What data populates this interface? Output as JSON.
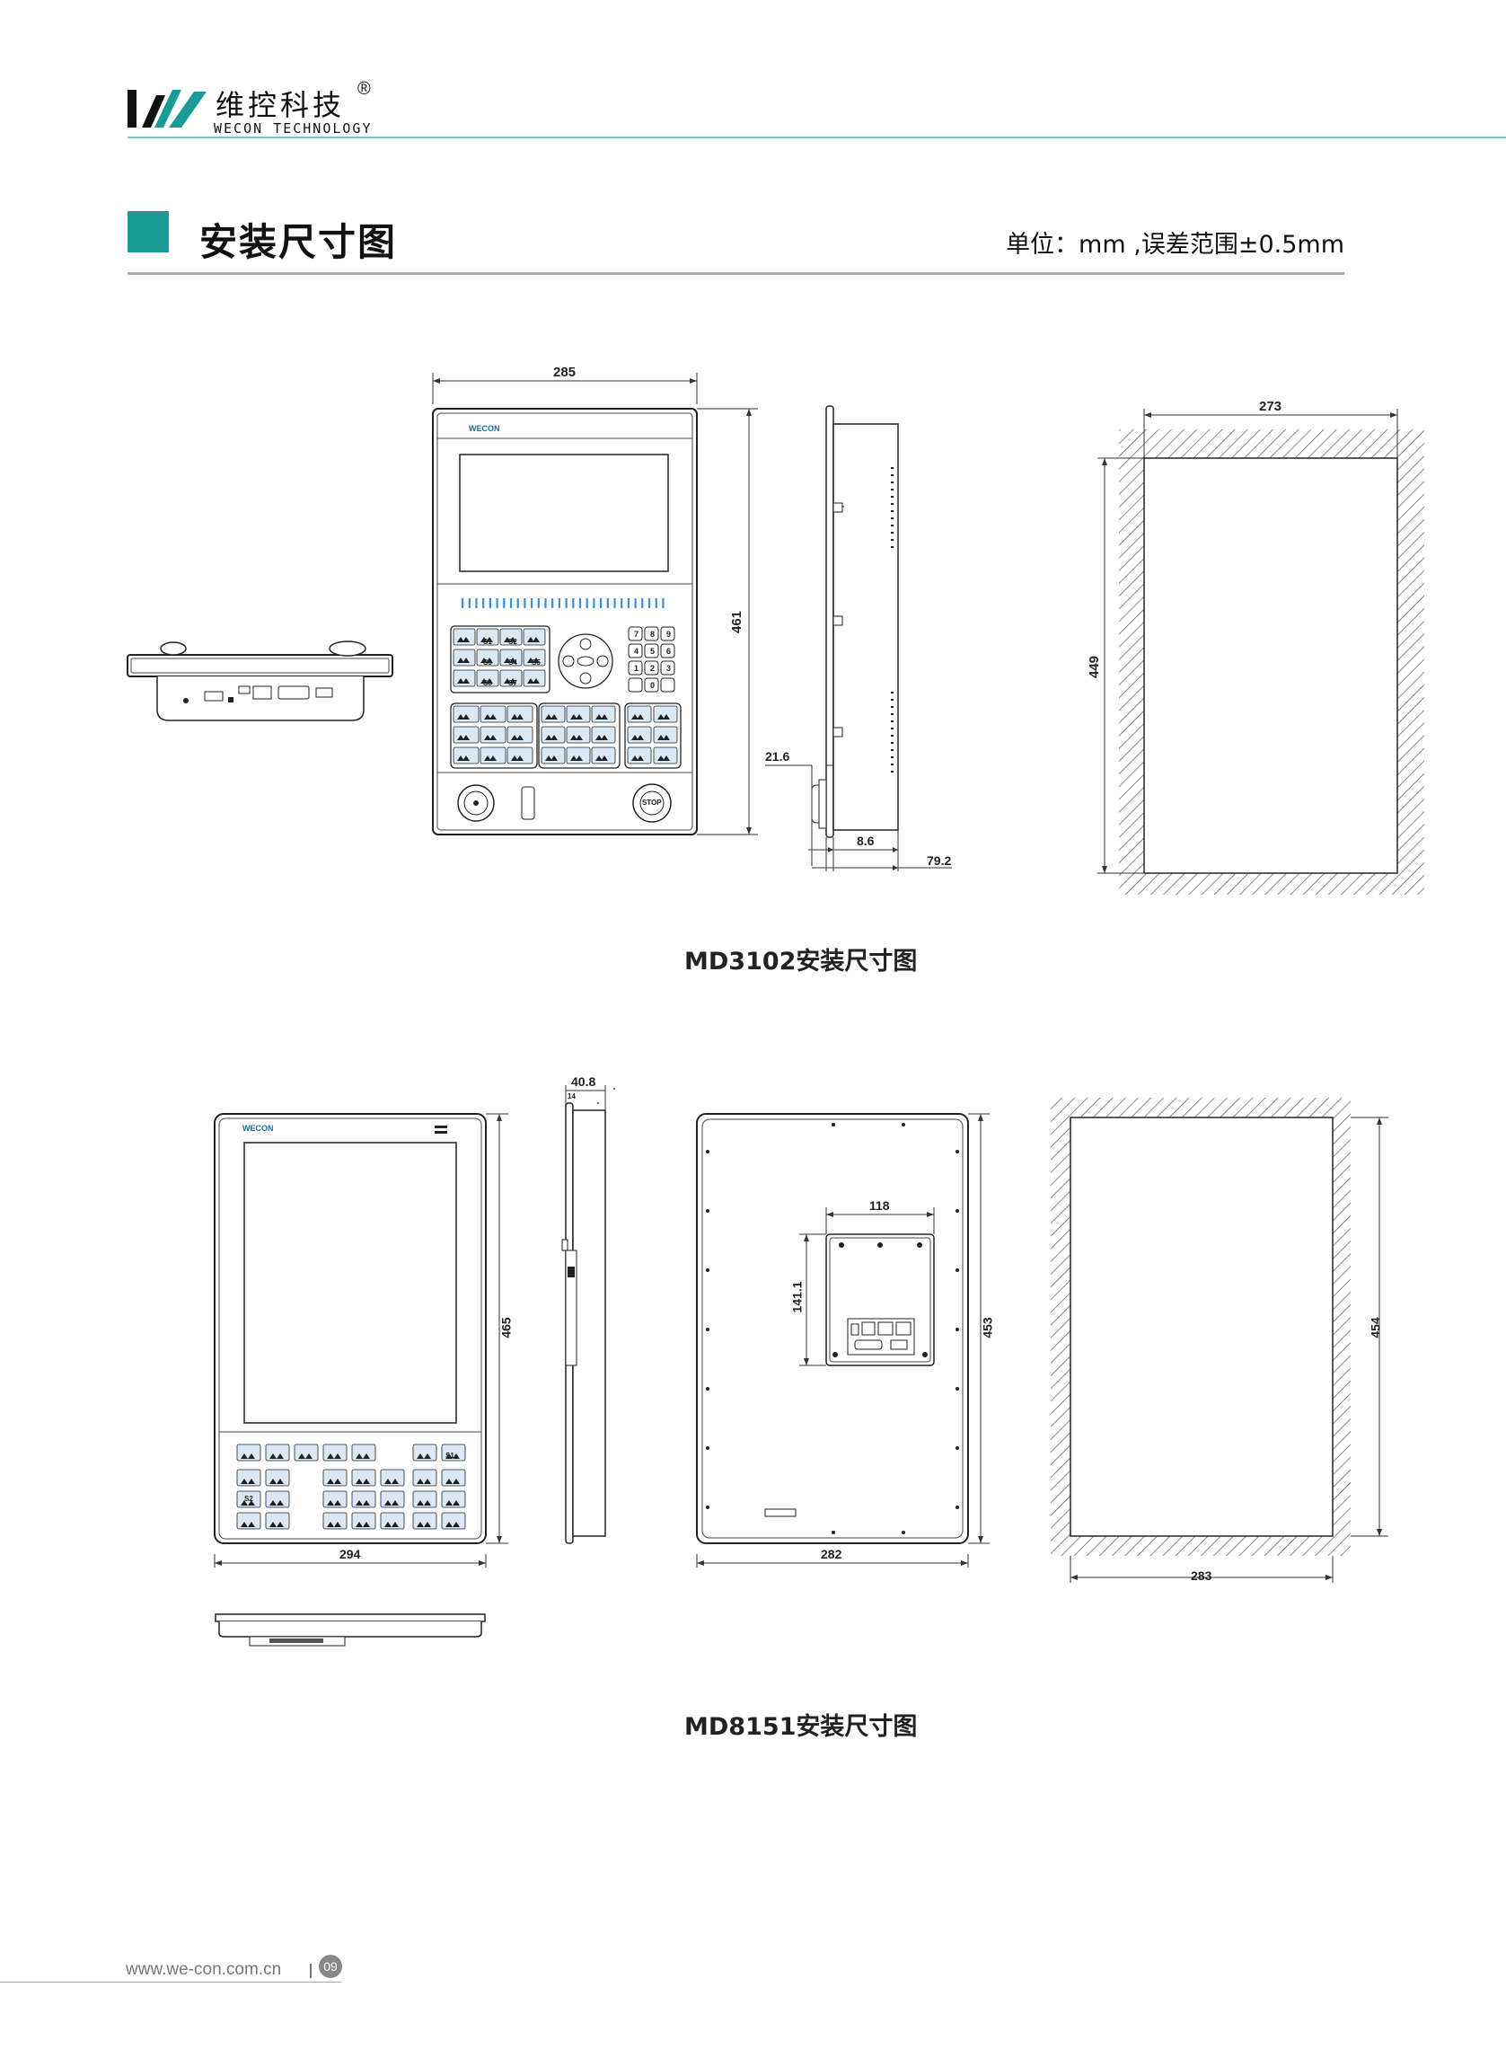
{
  "header": {
    "logo_cn": "维控科技",
    "logo_reg": "®",
    "logo_en": "WECON TECHNOLOGY"
  },
  "section": {
    "title": "安装尺寸图",
    "unit_note": "单位：mm ,误差范围±0.5mm"
  },
  "md3102": {
    "caption": "MD3102安装尺寸图",
    "brand": "WECON",
    "dims": {
      "width": "285",
      "height": "461",
      "cutout_width": "273",
      "cutout_height": "449",
      "knob": "21.6",
      "bezel": "8.6",
      "depth": "79.2"
    },
    "keys": {
      "s1": "S1",
      "s2": "S2",
      "s3": "S3",
      "s4": "S4",
      "s5": "S5",
      "s6": "S6",
      "s7": "S7",
      "n7": "7",
      "n8": "8",
      "n9": "9",
      "n4": "4",
      "n5": "5",
      "n6": "6",
      "n1": "1",
      "n2": "2",
      "n3": "3",
      "n0": "0",
      "stop": "STOP"
    }
  },
  "md8151": {
    "caption": "MD8151安装尺寸图",
    "brand": "WECON",
    "dims": {
      "width": "294",
      "height": "465",
      "depth": "40.8",
      "bezel": "14",
      "back_width": "282",
      "back_height": "453",
      "box_width": "118",
      "box_height": "141.1",
      "cutout_width": "283",
      "cutout_height": "454"
    },
    "keys": {
      "s1": "S1",
      "s2": "S2"
    }
  },
  "footer": {
    "url": "www.we-con.com.cn",
    "page": "09"
  },
  "colors": {
    "accent": "#1a9a96",
    "header_line": "#7fc6c8",
    "screen_blue": "#3b8fd6",
    "key_blue": "#dbe9f7"
  }
}
